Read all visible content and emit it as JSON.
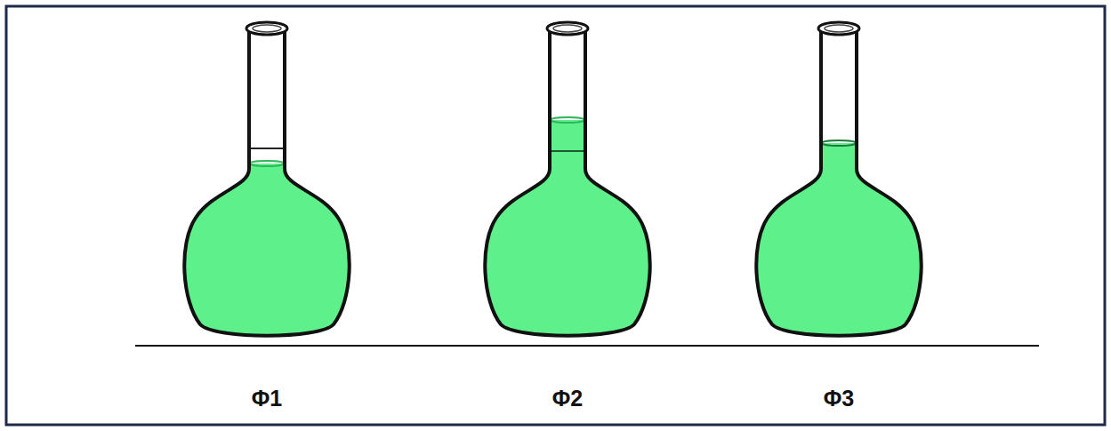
{
  "diagram": {
    "labels": [
      "Φ1",
      "Φ2",
      "Φ3"
    ]
  }
}
